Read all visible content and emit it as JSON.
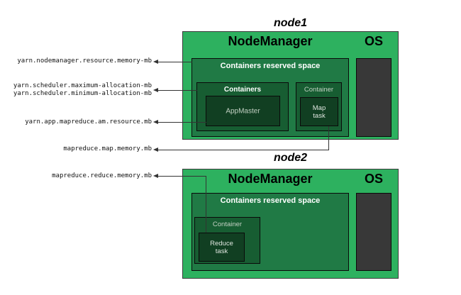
{
  "diagram": {
    "nodes": [
      {
        "title": "node1",
        "node_manager_label": "NodeManager",
        "os_label": "OS",
        "reserved_label": "Containers reserved space",
        "containers_label": "Containers",
        "appmaster_label": "AppMaster",
        "container_label": "Container",
        "task_label": "Map\ntask"
      },
      {
        "title": "node2",
        "node_manager_label": "NodeManager",
        "os_label": "OS",
        "reserved_label": "Containers reserved space",
        "container_label": "Container",
        "task_label": "Reduce\ntask"
      }
    ],
    "config_labels": {
      "nm_memory": "yarn.nodemanager.resource.memory-mb",
      "scheduler_pair": "yarn.scheduler.maximum-allocation-mb\nyarn.scheduler.minimum-allocation-mb",
      "am_resource": "yarn.app.mapreduce.am.resource.mb",
      "map_memory": "mapreduce.map.memory.mb",
      "reduce_memory": "mapreduce.reduce.memory.mb"
    },
    "colors": {
      "node_bg": "#2db15f",
      "reserved_bg": "#207a45",
      "container_bg": "#175d32",
      "task_bg": "#113f22",
      "os_bg": "#383838"
    }
  }
}
